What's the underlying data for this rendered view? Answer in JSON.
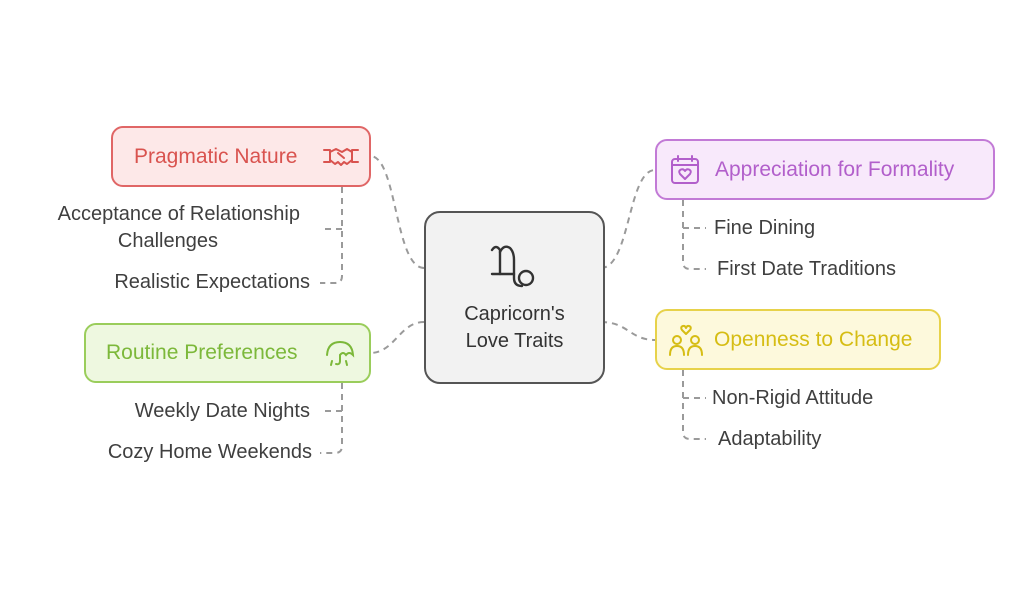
{
  "center": {
    "label_line1": "Capricorn's",
    "label_line2": "Love Traits",
    "icon": "capricorn-symbol-icon"
  },
  "branches": {
    "pragmatic": {
      "title": "Pragmatic Nature",
      "icon": "handshake-icon",
      "color": "#e06666",
      "items": [
        "Acceptance of Relationship",
        "Challenges",
        "Realistic Expectations"
      ]
    },
    "routine": {
      "title": "Routine Preferences",
      "icon": "umbrella-icon",
      "color": "#9acd5b",
      "items": [
        "Weekly Date Nights",
        "Cozy Home Weekends"
      ]
    },
    "formality": {
      "title": "Appreciation for Formality",
      "icon": "calendar-heart-icon",
      "color": "#c27ad6",
      "items": [
        "Fine Dining",
        "First Date Traditions"
      ]
    },
    "openness": {
      "title": "Openness to Change",
      "icon": "couple-heart-icon",
      "color": "#e7d24a",
      "items": [
        "Non-Rigid Attitude",
        "Adaptability"
      ]
    }
  }
}
